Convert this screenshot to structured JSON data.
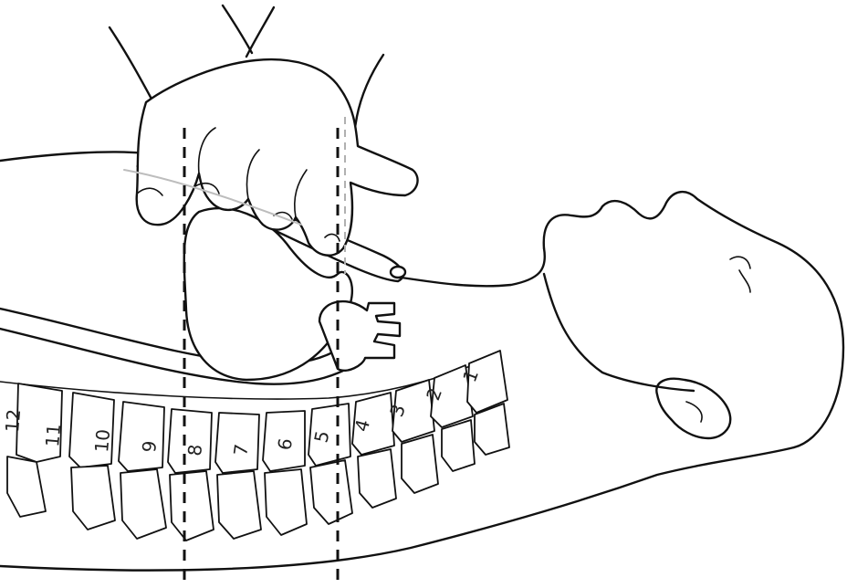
{
  "vertebra_labels": [
    "1",
    "2",
    "3",
    "4",
    "5",
    "6",
    "7",
    "8",
    "9",
    "10",
    "11",
    "12"
  ]
}
